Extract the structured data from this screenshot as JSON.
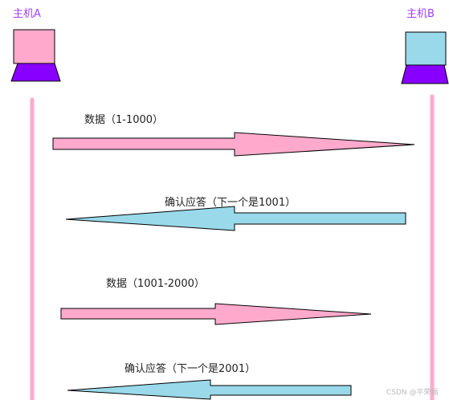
{
  "hosts": {
    "a": {
      "label": "主机A",
      "screen_color": "#ffaacc",
      "base_color": "#8800ff"
    },
    "b": {
      "label": "主机B",
      "screen_color": "#99d9ea",
      "base_color": "#8800ff"
    }
  },
  "label_color": "#a040ff",
  "lifeline_color": "#ffaacc",
  "messages": [
    {
      "label": "数据（1-1000）",
      "direction": "a-to-b",
      "color": "#ffaacc"
    },
    {
      "label": "确认应答（下一个是1001）",
      "direction": "b-to-a",
      "color": "#99d9ea"
    },
    {
      "label": "数据（1001-2000）",
      "direction": "a-to-b",
      "color": "#ffaacc"
    },
    {
      "label": "确认应答（下一个是2001）",
      "direction": "b-to-a",
      "color": "#99d9ea"
    }
  ],
  "watermark": "CSDN @平荣福"
}
